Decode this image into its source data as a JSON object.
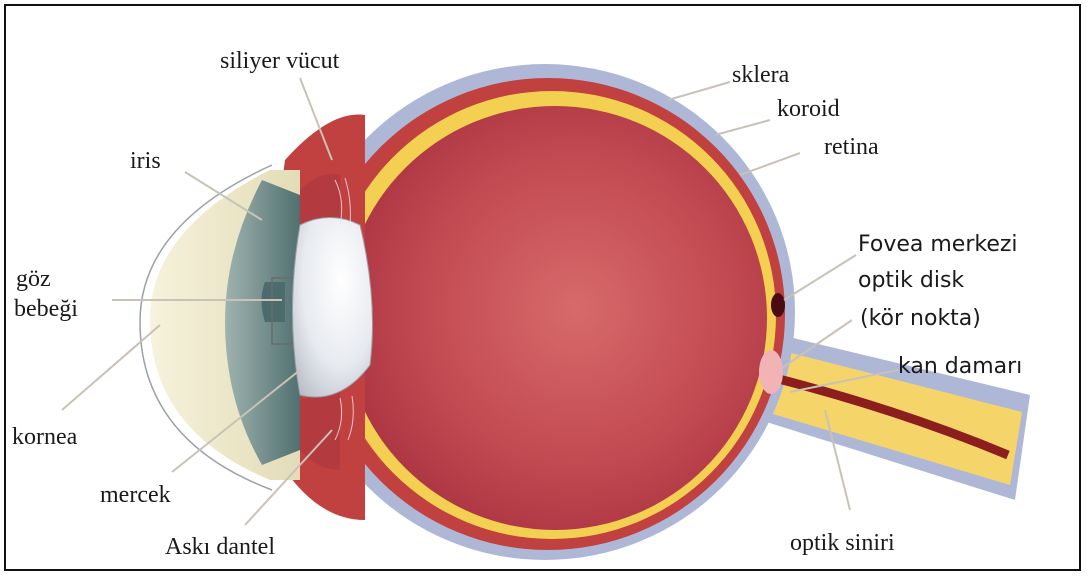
{
  "diagram": {
    "labels": {
      "siliyer_vucut": "siliyer vücut",
      "sklera": "sklera",
      "koroid": "koroid",
      "retina": "retina",
      "iris": "iris",
      "goz": "göz",
      "bebegi": "bebeği",
      "fovea": "Fovea merkezi",
      "optik_disk": "optik disk",
      "kor_nokta": "(kör nokta)",
      "kan_damari": "kan damarı",
      "kornea": "kornea",
      "mercek": "mercek",
      "aski_dantel": "Askı dantel",
      "optik_siniri": "optik siniri"
    },
    "colors": {
      "sclera": "#aeb8d6",
      "choroid": "#c0413f",
      "retina": "#f3cf52",
      "vitreous": "#bb3c4a",
      "lens": "#eef0f4",
      "iris": "#6f8a8c",
      "cornea": "#efe9cd",
      "nerve": "#f5d56a",
      "vessel": "#8c1e1e"
    }
  }
}
